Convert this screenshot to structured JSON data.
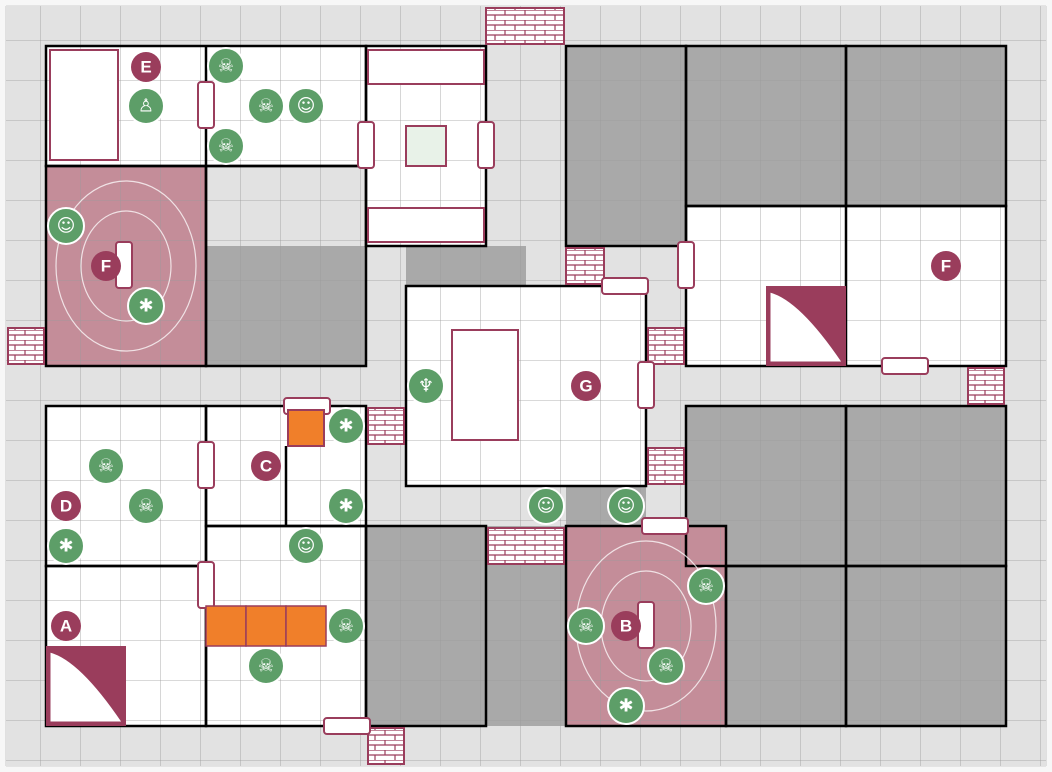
{
  "room_labels": {
    "A": "A",
    "B": "B",
    "C": "C",
    "D": "D",
    "E": "E",
    "F1": "F",
    "F2": "F",
    "G": "G"
  },
  "colors": {
    "background": "#f7f7f7",
    "grid_line": "#9a9a9a",
    "wall_rock": "#a9a9a9",
    "corridor": "#e2e2e2",
    "room_floor": "#ffffff",
    "room_border": "#000000",
    "marker": "#9a3d5c",
    "token_green": "#5d9e68",
    "trap_orange": "#f07f2a",
    "portal_room": "#c48d99"
  },
  "token_types": [
    "skull-token",
    "spider-token",
    "goblin-token",
    "orc-token",
    "wizard-token"
  ],
  "furniture_types": [
    "door",
    "rubble-block",
    "stairs",
    "weapon-rack",
    "spear-trap",
    "tomb",
    "table",
    "bookcase",
    "throne",
    "teleport-circle"
  ]
}
